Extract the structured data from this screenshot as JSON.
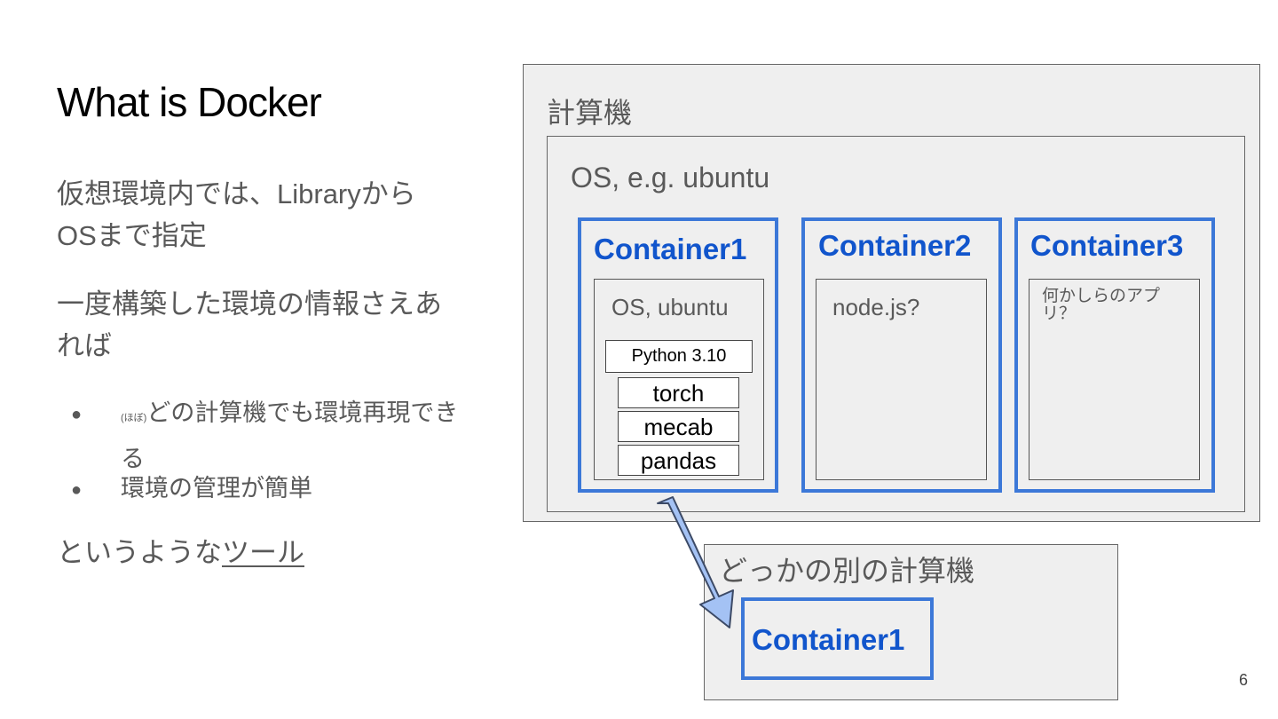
{
  "slide": {
    "title": "What is Docker",
    "para1_line1": "仮想環境内では、Libraryから",
    "para1_line2": "OSまで指定",
    "para2_line1": "一度構築した環境の情報さえあ",
    "para2_line2": "れば",
    "bullet1_note": "(ほぼ)",
    "bullet1_line1": "どの計算機でも環境再現でき",
    "bullet1_line2": "る",
    "bullet2": "環境の管理が簡単",
    "closing_prefix": "というような",
    "closing_link": "ツール",
    "bullet_glyph": "●",
    "page_number": "6"
  },
  "diagram": {
    "machine_label": "計算機",
    "os_label": "OS, e.g. ubuntu",
    "containers": [
      {
        "title": "Container1",
        "inner_label": "OS, ubuntu",
        "libs": [
          "Python 3.10",
          "torch",
          "mecab",
          "pandas"
        ]
      },
      {
        "title": "Container2",
        "inner_label": "node.js?"
      },
      {
        "title": "Container3",
        "inner_label_line1": "何かしらのアプ",
        "inner_label_line2": "リ？"
      }
    ],
    "other_machine_label": "どっかの別の計算機",
    "other_container_title": "Container1",
    "colors": {
      "container_border": "#3c78d8",
      "container_title": "#1155cc",
      "arrow_fill": "#a4c2f4"
    }
  }
}
